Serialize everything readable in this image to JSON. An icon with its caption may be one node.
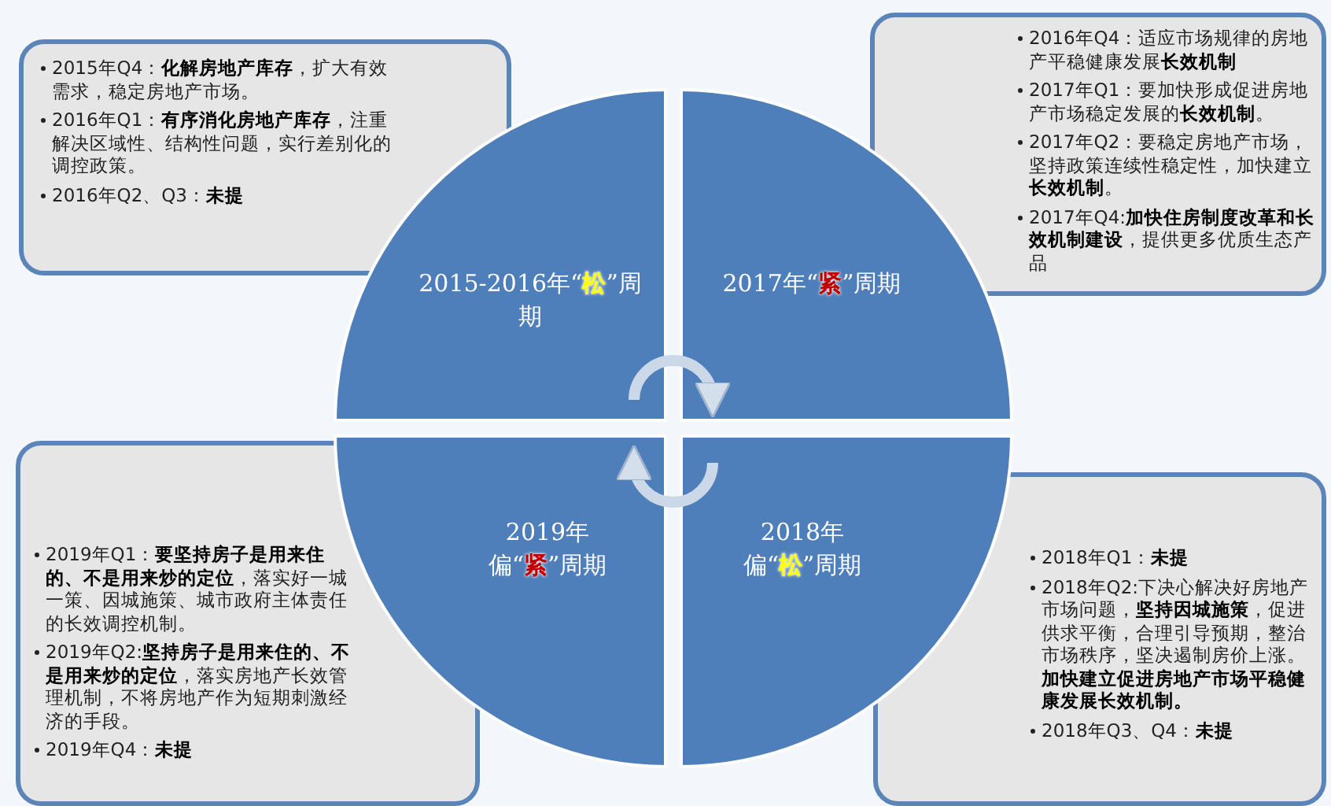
{
  "diagram": {
    "nodes": [
      {
        "text": [
          "2015年Q4：**化解房地产库存**，扩大有效需求，稳定房地产市场。",
          "2016年Q1：**有序消化房地产库存**，注重解决区域性、结构性问题，实行差别化的调控政策。",
          "2016年Q2、Q3：**未提**"
        ]
      },
      {
        "text": [
          "2016年Q4：适应市场规律的房地产平稳健康发展**长效机制**",
          "2017年Q1：要加快形成促进房地产市场稳定发展的**长效机制**。",
          "2017年Q2：要稳定房地产市场，坚持政策连续性稳定性，加快建立**长效机制**。",
          "2017年Q4:**加快住房制度改革和长效机制建设**，提供更多优质生态产品"
        ]
      },
      {
        "text": [
          "2015-2016年“**松**”周期"
        ]
      },
      {
        "text": [
          "2017年“**紧**”周期"
        ]
      },
      {
        "text": [
          "2019年偏“**紧**”周期"
        ]
      },
      {
        "text": [
          "2018年偏“**松**”周期"
        ]
      },
      {
        "text": [
          "2019年Q1：**要坚持房子是用来住的、不是用来炒的定位**，落实好一城一策、因城施策、城市政府主体责任的长效调控机制。",
          "2019年Q2:**坚持房子是用来住的、不是用来炒的定位**，落实房地产长效管理机制，不将房地产作为短期刺激经济的手段。",
          "2019年Q4：**未提**"
        ]
      },
      {
        "text": [
          "2018年Q1：**未提**",
          "2018年Q2:下决心解决好房地产市场问题，**坚持因城施策**，促进供求平衡，合理引导预期，整治市场秩序，坚决遏制房价上涨。**加快建立促进房地产市场平稳健康发展长效机制。**",
          "2018年Q3、Q4：**未提**"
        ]
      }
    ],
    "edges": [
      {
        "from": 2,
        "to": 3,
        "arrow": "to"
      },
      {
        "from": 5,
        "to": 4,
        "arrow": "to"
      }
    ]
  }
}
